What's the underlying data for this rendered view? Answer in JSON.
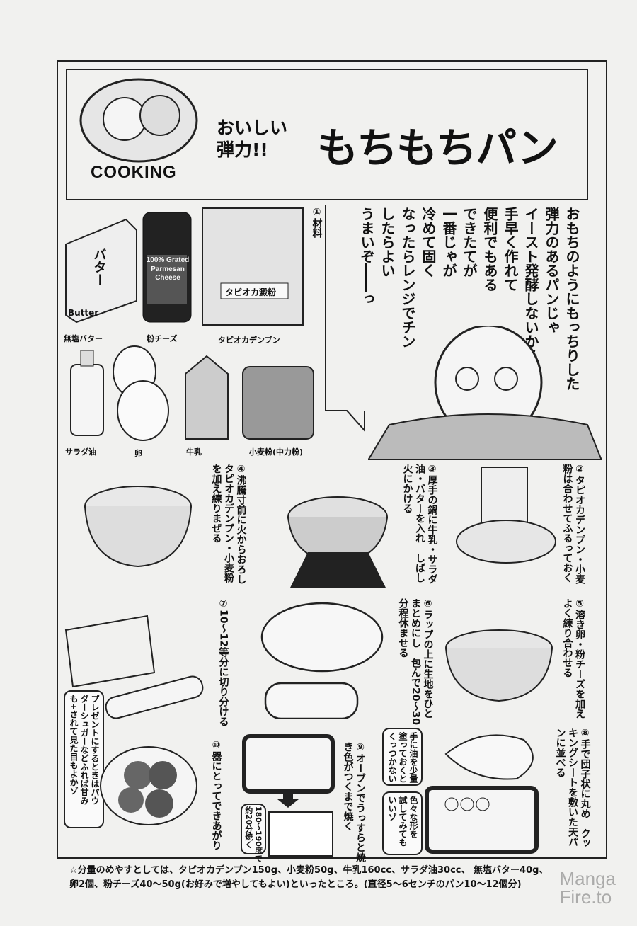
{
  "header": {
    "logo_text": "COOKING",
    "subtitle": "おいしい\n弾力!!",
    "title": "もちもちパン"
  },
  "ingredients": {
    "heading": "①材料",
    "items": [
      "無塩バター",
      "粉チーズ",
      "タピオカデンプン",
      "サラダ油",
      "卵",
      "牛乳",
      "小麦粉(中力粉)"
    ],
    "package_labels": {
      "butter": "バター",
      "butter_en": "Butter",
      "cheese": "100% Grated Parmesan Cheese",
      "starch": "タピオカ澱粉"
    }
  },
  "speech": "おもちのようにもっちりした\n弾力のあるパンじゃ\nイースト発酵しないから\n手早く作れて\n便利でもある\nできたてが\n一番じゃが\n冷めて固く\nなったらレンジでチン\nしたらよい\nうまいぞ――っ",
  "steps": [
    {
      "num": "②",
      "text": "②タピオカデンプン・小麦\n粉は合わせてふるっておく"
    },
    {
      "num": "③",
      "text": "③厚手の鍋に牛乳・サラダ\n油・バターを入れ　しばし\n火にかける"
    },
    {
      "num": "④",
      "text": "④沸騰寸前に火からおろし\nタピオカデンプン・小麦粉\nを加え練りまぜる"
    },
    {
      "num": "⑤",
      "text": "⑤溶き卵・粉チーズを加え\nよく練り合わせる"
    },
    {
      "num": "⑥",
      "text": "⑥ラップの上に生地をひと\nまとめにし　包んで20〜30\n分程休ませる"
    },
    {
      "num": "⑦",
      "text": "⑦10〜12等分に切り分ける"
    },
    {
      "num": "⑧",
      "text": "⑧手で団子状に丸め　クッ\nキングシートを敷いた天パ\nンに並べる"
    },
    {
      "num": "⑨",
      "text": "⑨オーブンでうっすらと焼\nき色がつくまで焼く"
    },
    {
      "num": "⑩",
      "text": "⑩器にとってできあがり"
    }
  ],
  "tips": {
    "oil_hands": "手に油を少量\n塗っておくと\nくっつかない",
    "shapes": "色々な形を\n試してみても\nいいゾ",
    "oven": "180〜190度で\n約20分焼く",
    "present": "プレゼントにするときはパウ\nダーシュガーなどふれば甘み\nも+されて見た目もよかゾ"
  },
  "footer": {
    "line1": "☆分量のめやすとしては、タピオカデンプン150g、小麦粉50g、牛乳160cc、サラダ油30cc、 無塩バター40g、",
    "line2": "卵2個、粉チーズ40〜50g(お好みで増やしてもよい)といったところ。(直径5〜6センチのパン10〜12個分)"
  },
  "watermark": {
    "line1": "Manga",
    "line2": "Fire.to"
  }
}
